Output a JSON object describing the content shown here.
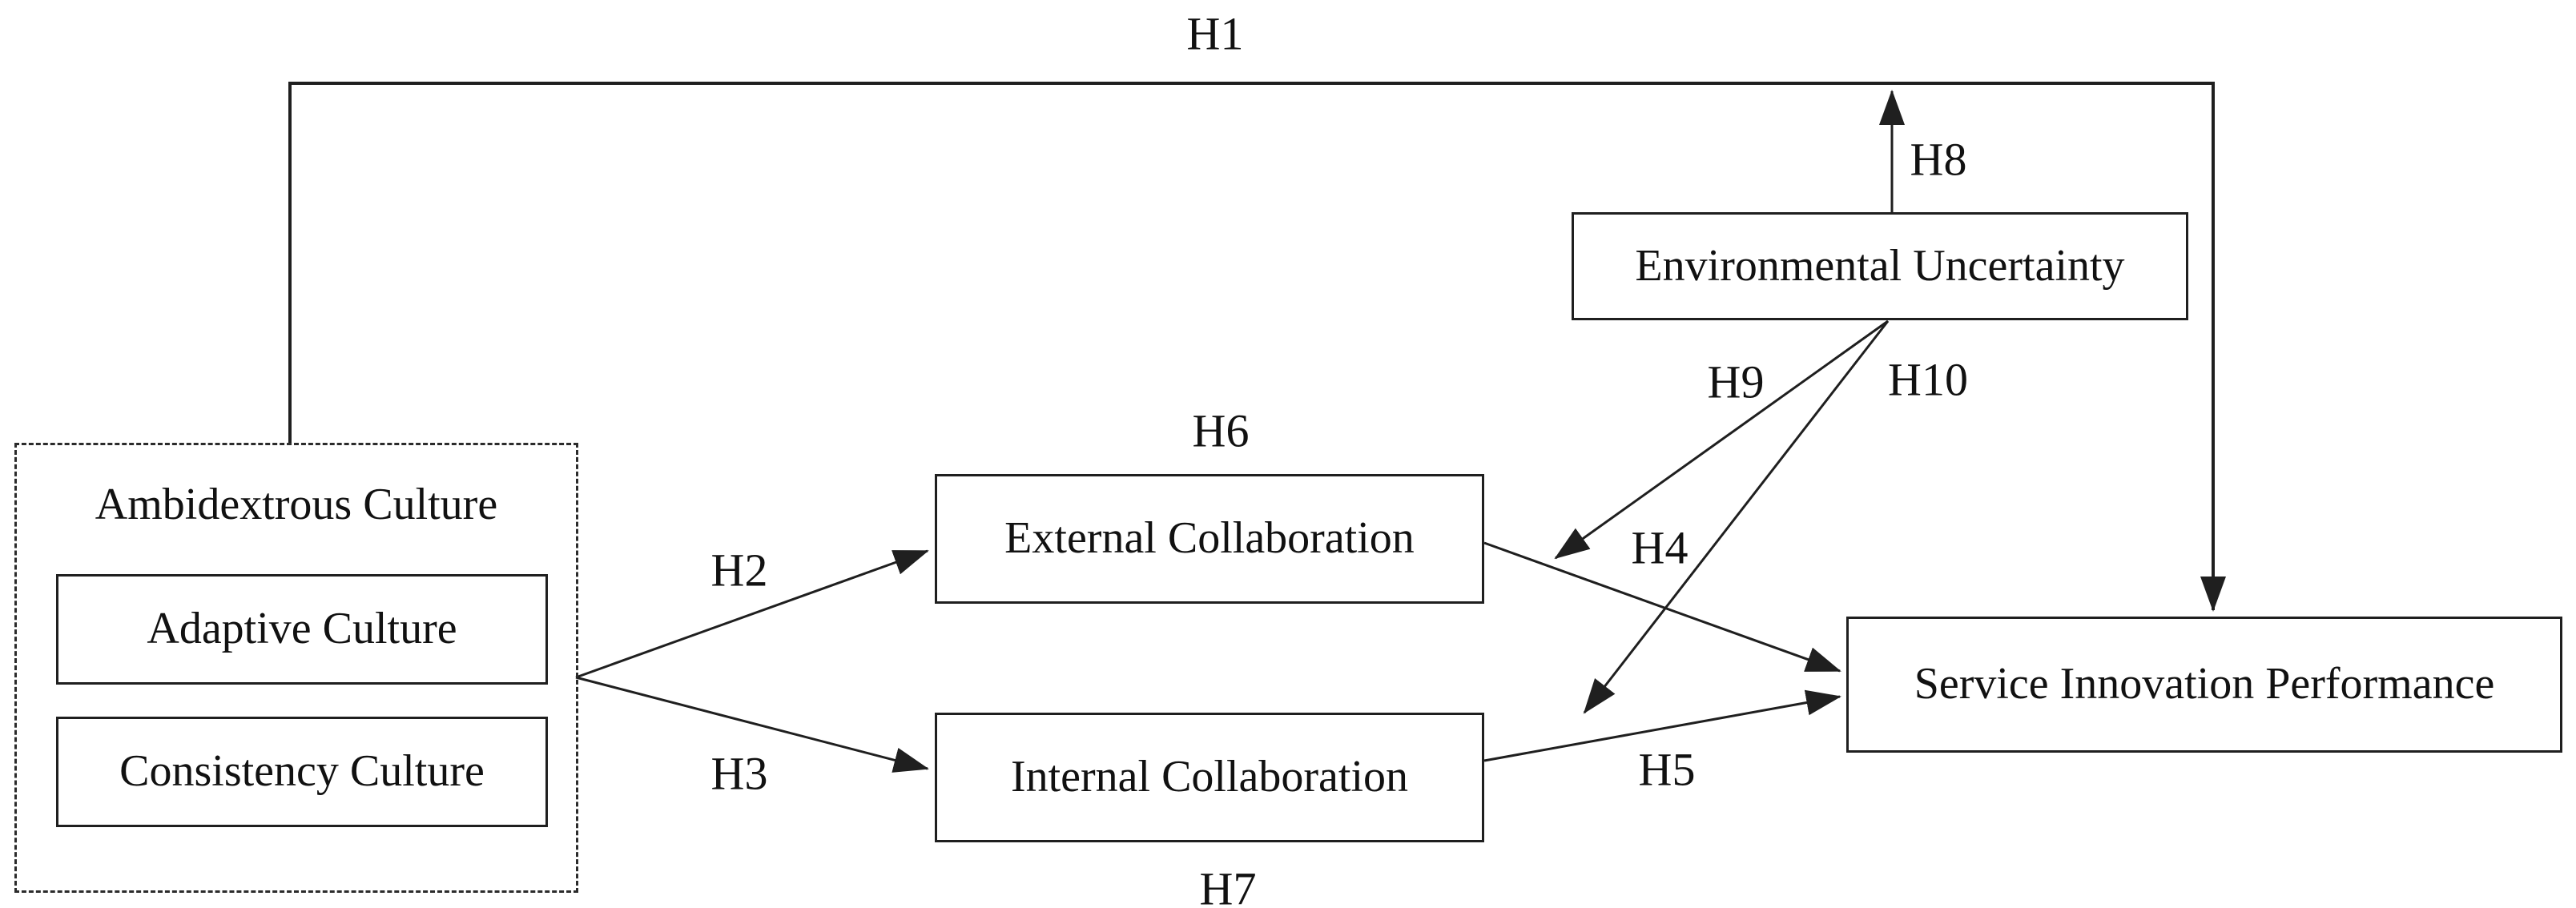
{
  "diagram": {
    "background_color": "#ffffff",
    "line_color": "#1f1f1f",
    "nodes": {
      "ambidextrous_culture": "Ambidextrous Culture",
      "adaptive_culture": "Adaptive Culture",
      "consistency_culture": "Consistency Culture",
      "external_collaboration": "External Collaboration",
      "internal_collaboration": "Internal Collaboration",
      "environmental_uncertainty": "Environmental Uncertainty",
      "service_innovation_performance": "Service Innovation Performance"
    },
    "hypotheses": {
      "h1": "H1",
      "h2": "H2",
      "h3": "H3",
      "h4": "H4",
      "h5": "H5",
      "h6": "H6",
      "h7": "H7",
      "h8": "H8",
      "h9": "H9",
      "h10": "H10"
    }
  }
}
